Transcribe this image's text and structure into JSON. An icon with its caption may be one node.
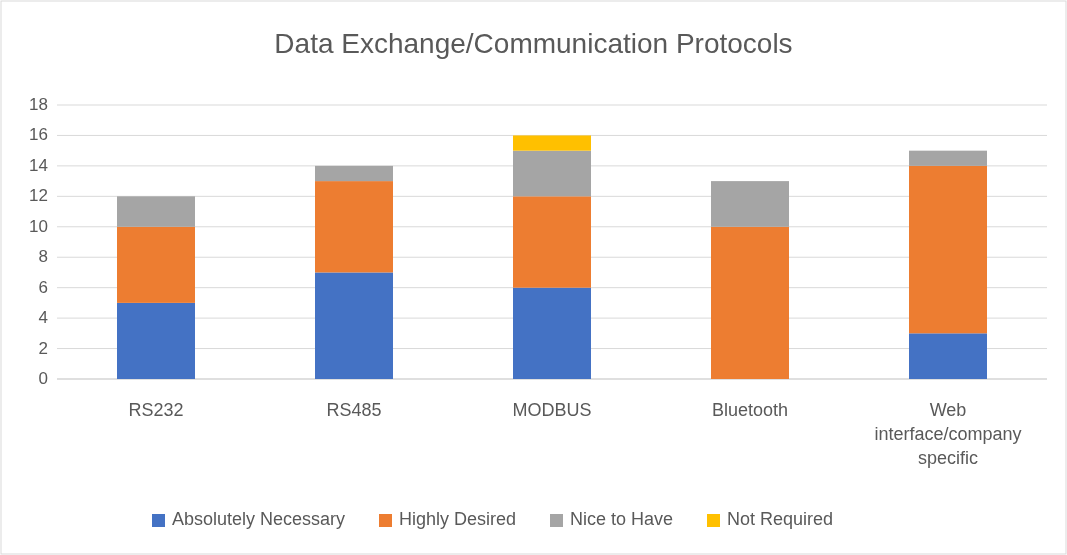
{
  "diagram": {
    "chart_data": {
      "type": "bar",
      "title": "Data Exchange/Communication Protocols",
      "stacked": true,
      "orientation": "vertical",
      "categories": [
        "RS232",
        "RS485",
        "MODBUS",
        "Bluetooth",
        "Web interface/company specific"
      ],
      "series": [
        {
          "name": "Absolutely Necessary",
          "color": "#4472c4",
          "values": [
            5,
            7,
            6,
            0,
            3
          ]
        },
        {
          "name": "Highly Desired",
          "color": "#ed7d31",
          "values": [
            5,
            6,
            6,
            10,
            11
          ]
        },
        {
          "name": "Nice to Have",
          "color": "#a5a5a5",
          "values": [
            2,
            1,
            3,
            3,
            1
          ]
        },
        {
          "name": "Not Required",
          "color": "#ffc000",
          "values": [
            0,
            0,
            1,
            0,
            0
          ]
        }
      ],
      "grid": true,
      "legend": "bottom",
      "ylim": [
        0,
        18
      ],
      "yticks": [
        0,
        2,
        4,
        6,
        8,
        10,
        12,
        14,
        16,
        18
      ]
    }
  }
}
